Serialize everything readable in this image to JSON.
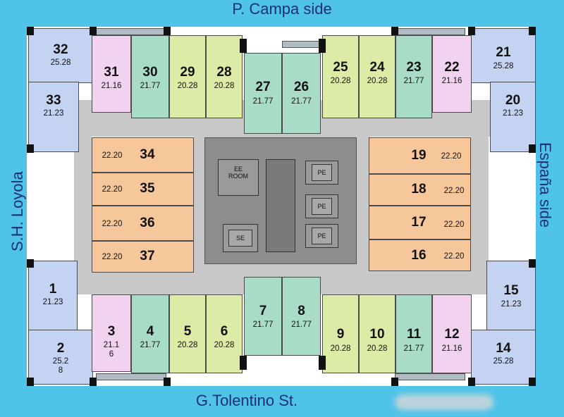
{
  "streets": {
    "top": "P. Campa side",
    "bottom": "G.Tolentino St.",
    "left": "S.H. Loyola",
    "right": "España side"
  },
  "units": [
    {
      "num": "32",
      "area": "25.28",
      "color": "blue"
    },
    {
      "num": "33",
      "area": "21.23",
      "color": "blue"
    },
    {
      "num": "31",
      "area": "21.16",
      "color": "pink"
    },
    {
      "num": "30",
      "area": "21.77",
      "color": "teal"
    },
    {
      "num": "29",
      "area": "20.28",
      "color": "green"
    },
    {
      "num": "28",
      "area": "20.28",
      "color": "green"
    },
    {
      "num": "27",
      "area": "21.77",
      "color": "teal"
    },
    {
      "num": "26",
      "area": "21.77",
      "color": "teal"
    },
    {
      "num": "25",
      "area": "20.28",
      "color": "green"
    },
    {
      "num": "24",
      "area": "20.28",
      "color": "green"
    },
    {
      "num": "23",
      "area": "21.77",
      "color": "teal"
    },
    {
      "num": "22",
      "area": "21.16",
      "color": "pink"
    },
    {
      "num": "21",
      "area": "25.28",
      "color": "blue"
    },
    {
      "num": "20",
      "area": "21.23",
      "color": "blue"
    },
    {
      "num": "34",
      "area": "22.20",
      "color": "orange"
    },
    {
      "num": "35",
      "area": "22.20",
      "color": "orange"
    },
    {
      "num": "36",
      "area": "22.20",
      "color": "orange"
    },
    {
      "num": "37",
      "area": "22.20",
      "color": "orange"
    },
    {
      "num": "19",
      "area": "22.20",
      "color": "orange"
    },
    {
      "num": "18",
      "area": "22.20",
      "color": "orange"
    },
    {
      "num": "17",
      "area": "22.20",
      "color": "orange"
    },
    {
      "num": "16",
      "area": "22.20",
      "color": "orange"
    },
    {
      "num": "1",
      "area": "21.23",
      "color": "blue"
    },
    {
      "num": "2",
      "area": "25.2\n8",
      "color": "blue"
    },
    {
      "num": "3",
      "area": "21.1\n6",
      "color": "pink"
    },
    {
      "num": "4",
      "area": "21.77",
      "color": "teal"
    },
    {
      "num": "5",
      "area": "20.28",
      "color": "green"
    },
    {
      "num": "6",
      "area": "20.28",
      "color": "green"
    },
    {
      "num": "7",
      "area": "21.77",
      "color": "teal"
    },
    {
      "num": "8",
      "area": "21.77",
      "color": "teal"
    },
    {
      "num": "9",
      "area": "20.28",
      "color": "green"
    },
    {
      "num": "10",
      "area": "20.28",
      "color": "green"
    },
    {
      "num": "11",
      "area": "21.77",
      "color": "teal"
    },
    {
      "num": "12",
      "area": "21.16",
      "color": "pink"
    },
    {
      "num": "15",
      "area": "21.23",
      "color": "blue"
    },
    {
      "num": "14",
      "area": "25.28",
      "color": "blue"
    }
  ],
  "core": {
    "ee_room": "EE\nROOM",
    "se": "SE",
    "pe": [
      "PE",
      "PE",
      "PE"
    ]
  },
  "colors": {
    "blue": "#c5d3f2",
    "pink": "#f2d3ef",
    "teal": "#a8dcc6",
    "green": "#dceba5",
    "orange": "#f6c79a",
    "background": "#4fc3e8",
    "corridor": "#c8c8c8"
  }
}
